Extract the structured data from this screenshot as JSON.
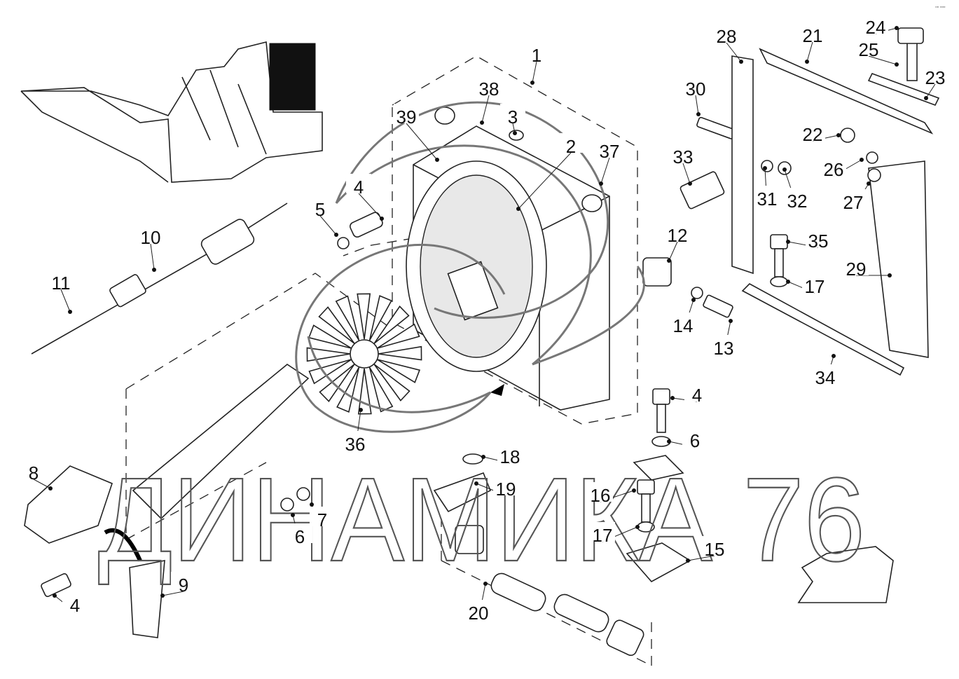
{
  "diagram": {
    "callouts": [
      "1",
      "38",
      "39",
      "3",
      "2",
      "37",
      "4",
      "5",
      "10",
      "11",
      "12",
      "14",
      "13",
      "28",
      "21",
      "24",
      "25",
      "23",
      "30",
      "33",
      "22",
      "31",
      "32",
      "26",
      "27",
      "35",
      "17",
      "29",
      "34",
      "36",
      "4",
      "6",
      "18",
      "19",
      "16",
      "17",
      "15",
      "20",
      "8",
      "7",
      "6",
      "9",
      "4"
    ],
    "watermark": "ДИНАМИКА 76",
    "corner_mark": "▫▫ ▫▫▫"
  },
  "colors": {
    "ink": "#222222",
    "background": "#ffffff",
    "watermark": "#555555"
  }
}
